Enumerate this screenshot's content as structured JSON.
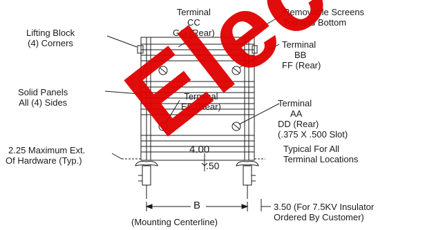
{
  "labels": {
    "terminal_cc": [
      "Terminal",
      "CC",
      "GG (Rear)"
    ],
    "removable_screens": [
      "Removable Screens",
      "Top and Bottom"
    ],
    "lifting_block": [
      "Lifting Block",
      "(4) Corners"
    ],
    "terminal_bb": [
      "Terminal",
      "BB",
      "FF (Rear)"
    ],
    "solid_panels": [
      "Solid Panels",
      "All (4) Sides"
    ],
    "terminal_ee": [
      "Terminal",
      "EE (Rear)"
    ],
    "terminal_aa": [
      "Terminal",
      "AA",
      "DD (Rear)",
      "(.375 X .500 Slot)"
    ],
    "typical": [
      "Typical For All",
      "Terminal Locations"
    ],
    "hardware": [
      "2.25 Maximum Ext.",
      "Of Hardware (Typ.)"
    ],
    "dim_400": "4.00",
    "dim_050": ".50",
    "dim_b": "B",
    "mounting": "(Mounting Centerline)",
    "insulator": [
      "3.50 (For 7.5KV Insulator",
      "Ordered By Customer)"
    ]
  },
  "watermark": "Elect",
  "colors": {
    "line": "#1a1a1a",
    "watermark": "#e00000"
  }
}
